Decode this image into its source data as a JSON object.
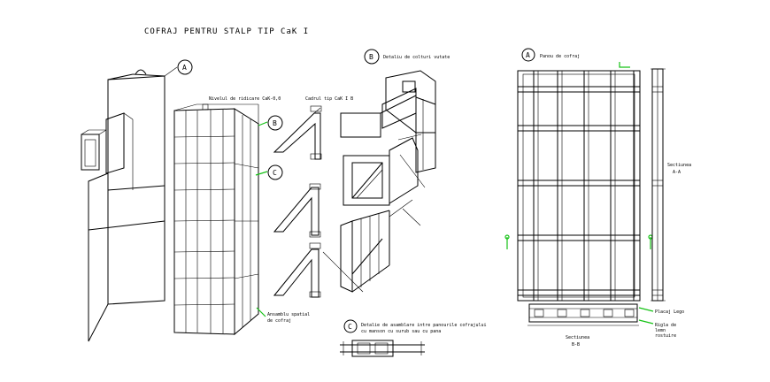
{
  "title": "COFRAJ PENTRU STALP TIP CaK I",
  "markers": {
    "a1": "A",
    "b1": "B",
    "c1": "C",
    "b2": "B",
    "c2": "C",
    "a2": "A"
  },
  "labels": {
    "nivel": "Nivelul de ridicare CaK-0,0",
    "cadru": "Cadrul tip CaK I B",
    "detaliu_b": "Detaliu de colturi vutate",
    "ansamblu_1": "Ansamblu spatial",
    "ansamblu_2": "de cofraj",
    "detaliu_c_1": "Detalie de asamblare intre panourile cofrajului",
    "detaliu_c_2": "cu manson cu surub sau cu pana",
    "panou": "Panou de cofraj",
    "sectiune_aa_1": "Sectiunea",
    "sectiune_aa_2": "A-A",
    "sectiune_bb_1": "Sectiunea",
    "sectiune_bb_2": "B-B",
    "placaj_1": "Placaj Lego",
    "rigla_1": "Rigla de",
    "rigla_2": "lemn",
    "rigla_3": "rostuire"
  },
  "colors": {
    "line": "#000000",
    "accent_leader": "#16c216",
    "background": "#ffffff"
  }
}
